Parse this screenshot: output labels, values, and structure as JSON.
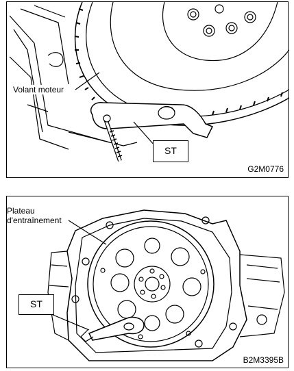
{
  "figure_1": {
    "callout_flywheel": "Volant moteur",
    "tool_label": "ST",
    "figure_code": "G2M0776"
  },
  "figure_2": {
    "callout_plate": "Plateau\nd'entraînement",
    "tool_label": "ST",
    "figure_code": "B2M3395B"
  }
}
